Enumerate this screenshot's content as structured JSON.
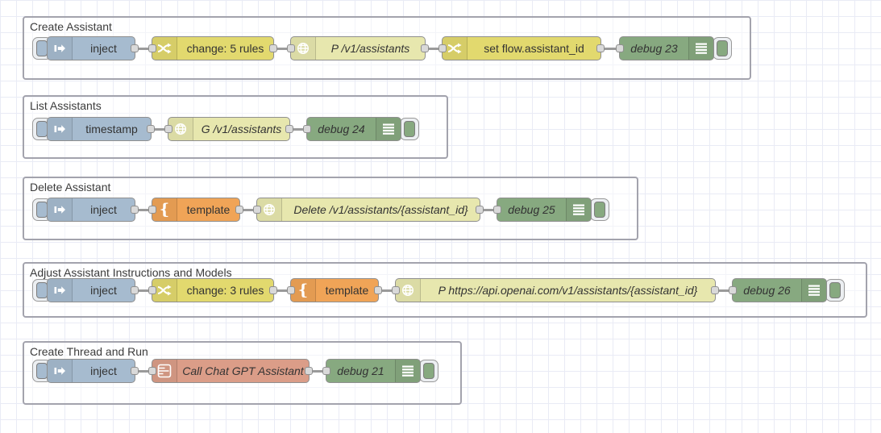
{
  "app": "node-red-flow-editor",
  "colors": {
    "inject_node": "#a6bbcf",
    "change_node": "#e2d96e",
    "http_request_node": "#e7e7ae",
    "template_node": "#f0a457",
    "debug_node": "#87a980",
    "assistant_node": "#db9d88",
    "group_border": "#a3a3ad",
    "wire": "#9a9a9a",
    "port": "#d9d9d9",
    "grid": "#e9ebf5"
  },
  "groups": [
    {
      "label": "Create Assistant",
      "nodes": [
        {
          "type": "inject",
          "icon": "inject-arrow-icon",
          "label": "inject"
        },
        {
          "type": "change",
          "icon": "shuffle-icon",
          "label": "change: 5 rules"
        },
        {
          "type": "http-request",
          "icon": "globe-icon",
          "label": "P /v1/assistants"
        },
        {
          "type": "change",
          "icon": "shuffle-icon",
          "label": "set flow.assistant_id"
        },
        {
          "type": "debug",
          "icon": "debug-list-icon",
          "label": "debug 23"
        }
      ]
    },
    {
      "label": "List Assistants",
      "nodes": [
        {
          "type": "inject",
          "icon": "inject-arrow-icon",
          "label": "timestamp"
        },
        {
          "type": "http-request",
          "icon": "globe-icon",
          "label": "G /v1/assistants"
        },
        {
          "type": "debug",
          "icon": "debug-list-icon",
          "label": "debug 24"
        }
      ]
    },
    {
      "label": "Delete Assistant",
      "nodes": [
        {
          "type": "inject",
          "icon": "inject-arrow-icon",
          "label": "inject"
        },
        {
          "type": "template",
          "icon": "curly-brace-icon",
          "label": "template"
        },
        {
          "type": "http-request",
          "icon": "globe-icon",
          "label": "Delete /v1/assistants/{assistant_id}"
        },
        {
          "type": "debug",
          "icon": "debug-list-icon",
          "label": "debug 25"
        }
      ]
    },
    {
      "label": "Adjust Assistant Instructions and Models",
      "nodes": [
        {
          "type": "inject",
          "icon": "inject-arrow-icon",
          "label": "inject"
        },
        {
          "type": "change",
          "icon": "shuffle-icon",
          "label": "change: 3 rules"
        },
        {
          "type": "template",
          "icon": "curly-brace-icon",
          "label": "template"
        },
        {
          "type": "http-request",
          "icon": "globe-icon",
          "label": "P https://api.openai.com/v1/assistants/{assistant_id}"
        },
        {
          "type": "debug",
          "icon": "debug-list-icon",
          "label": "debug 26"
        }
      ]
    },
    {
      "label": "Create Thread and Run",
      "nodes": [
        {
          "type": "inject",
          "icon": "inject-arrow-icon",
          "label": "inject"
        },
        {
          "type": "assistant",
          "icon": "subflow-icon",
          "label": "Call Chat GPT Assistant"
        },
        {
          "type": "debug",
          "icon": "debug-list-icon",
          "label": "debug 21"
        }
      ]
    }
  ]
}
